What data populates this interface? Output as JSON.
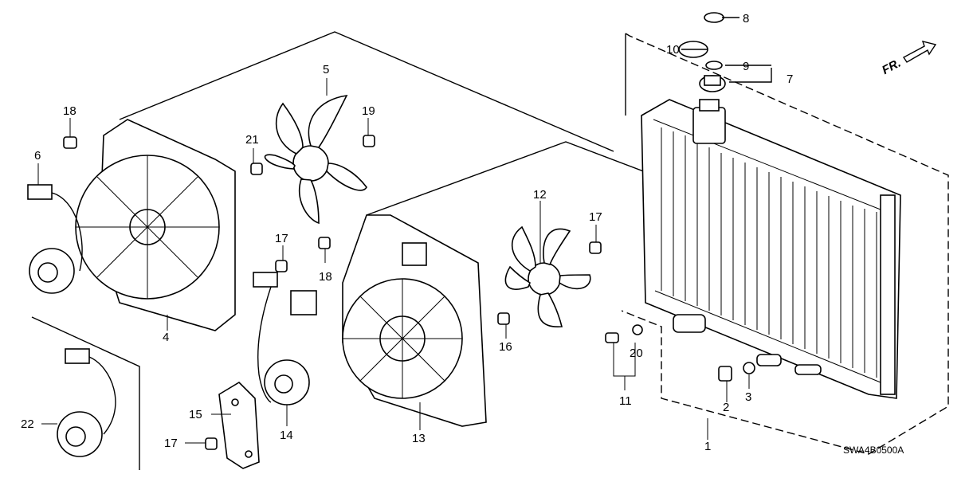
{
  "callouts": {
    "c1": "1",
    "c2": "2",
    "c3": "3",
    "c4": "4",
    "c5": "5",
    "c6": "6",
    "c7": "7",
    "c8": "8",
    "c9": "9",
    "c10": "10",
    "c11": "11",
    "c12": "12",
    "c13": "13",
    "c14": "14",
    "c15": "15",
    "c16": "16",
    "c17a": "17",
    "c17b": "17",
    "c17c": "17",
    "c18a": "18",
    "c18b": "18",
    "c19": "19",
    "c20": "20",
    "c21": "21",
    "c22": "22"
  },
  "diagram_code": "SWA4B0500A",
  "direction_label": "FR."
}
